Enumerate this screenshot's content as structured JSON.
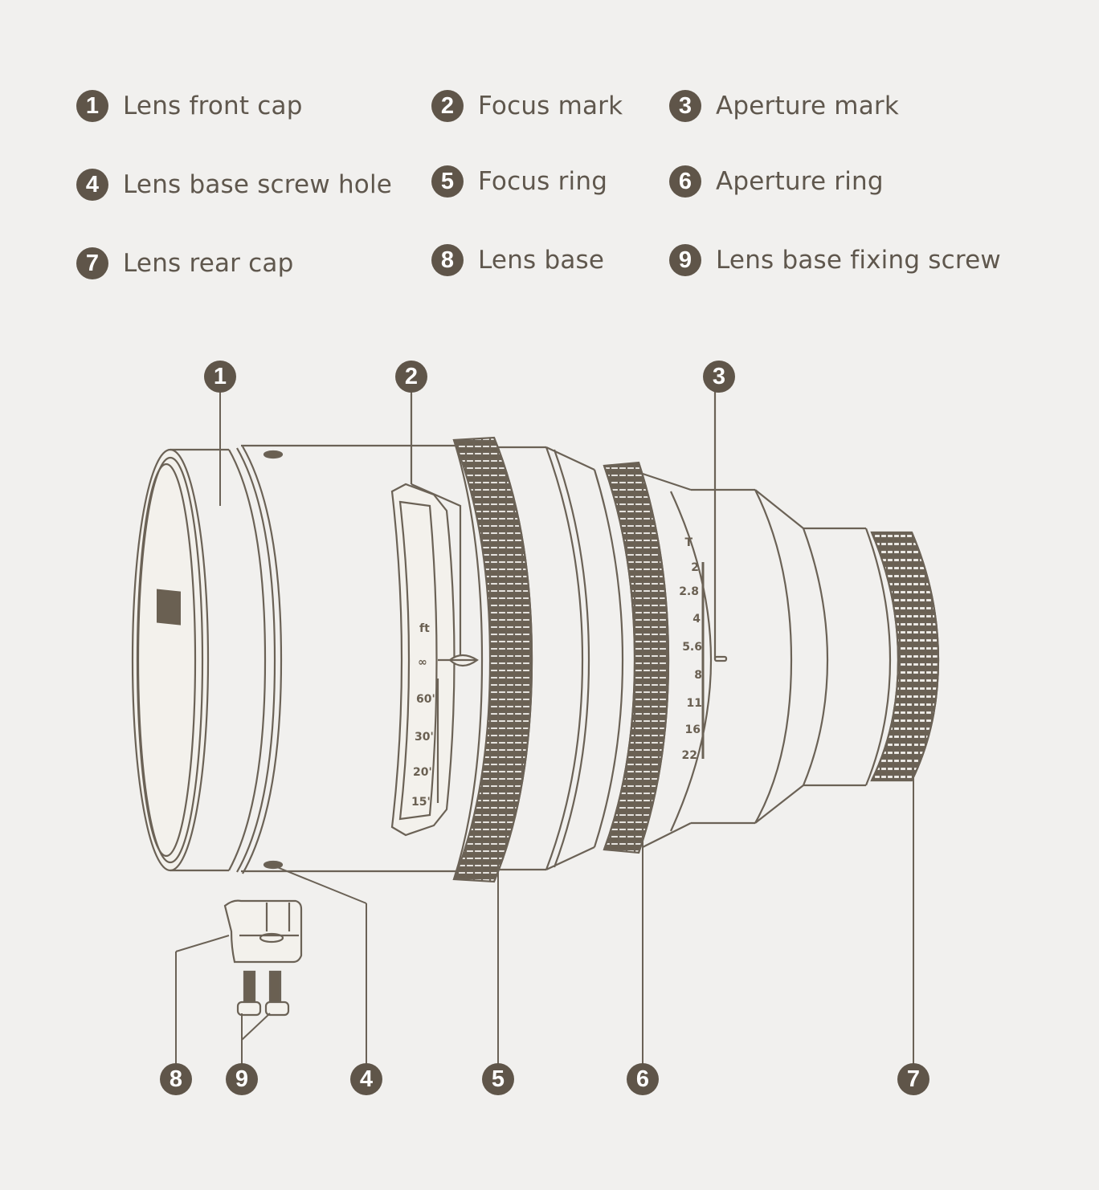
{
  "legend": {
    "items": [
      {
        "number": "1",
        "label": "Lens front cap"
      },
      {
        "number": "2",
        "label": "Focus mark"
      },
      {
        "number": "3",
        "label": "Aperture mark"
      },
      {
        "number": "4",
        "label": "Lens base screw hole"
      },
      {
        "number": "5",
        "label": "Focus ring"
      },
      {
        "number": "6",
        "label": "Aperture ring"
      },
      {
        "number": "7",
        "label": "Lens rear cap"
      },
      {
        "number": "8",
        "label": "Lens base"
      },
      {
        "number": "9",
        "label": "Lens base fixing screw"
      }
    ]
  },
  "diagram": {
    "focus_scale": {
      "unit": "ft",
      "marks": [
        "∞",
        "60'",
        "30'",
        "20'",
        "15'"
      ]
    },
    "aperture_scale": {
      "unit": "T",
      "marks": [
        "2",
        "2.8",
        "4",
        "5.6",
        "8",
        "11",
        "16",
        "22"
      ]
    },
    "callouts": [
      {
        "number": "1"
      },
      {
        "number": "2"
      },
      {
        "number": "3"
      },
      {
        "number": "8"
      },
      {
        "number": "9"
      },
      {
        "number": "4"
      },
      {
        "number": "5"
      },
      {
        "number": "6"
      },
      {
        "number": "7"
      }
    ],
    "colors": {
      "badge": "#5f5549",
      "line": "#6b6256",
      "background": "#f1f0ee",
      "knurl": "#6a6052"
    }
  }
}
